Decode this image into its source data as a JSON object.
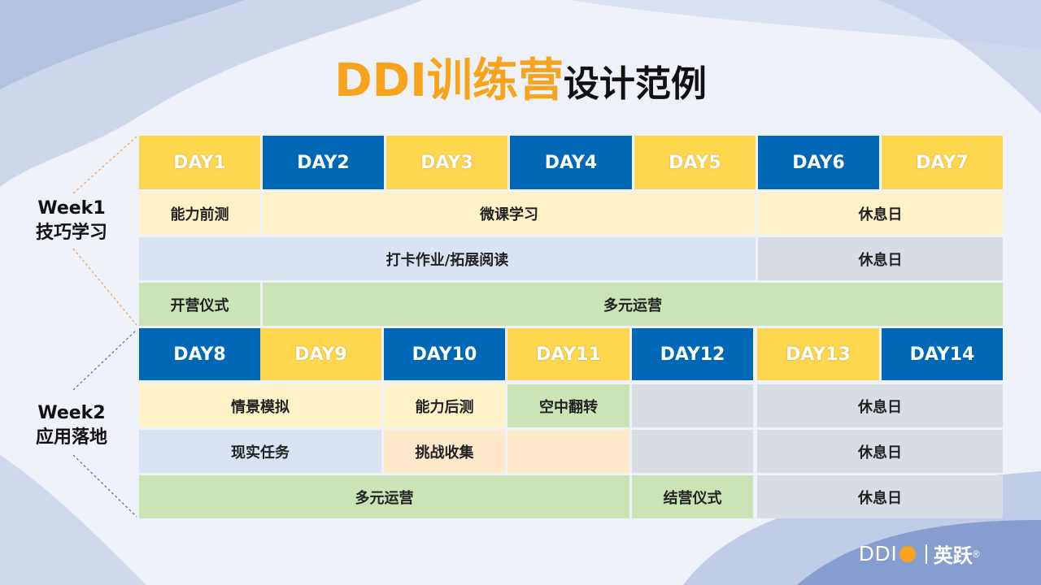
{
  "title": {
    "highlight": "DDI训练营",
    "rest": "设计范例"
  },
  "week1": {
    "line1": "Week1",
    "line2": "技巧学习"
  },
  "week2": {
    "line1": "Week2",
    "line2": "应用落地"
  },
  "week1_days": [
    "DAY1",
    "DAY2",
    "DAY3",
    "DAY4",
    "DAY5",
    "DAY6",
    "DAY7"
  ],
  "week2_days": [
    "DAY8",
    "DAY9",
    "DAY10",
    "DAY11",
    "DAY12",
    "DAY13",
    "DAY14"
  ],
  "w1": {
    "ability_pretest": "能力前测",
    "micro_course": "微课学习",
    "rest_day_1": "休息日",
    "checkin_reading": "打卡作业/拓展阅读",
    "rest_day_2": "休息日",
    "opening": "开营仪式",
    "operations": "多元运营"
  },
  "w2": {
    "scenario": "情景模拟",
    "ability_posttest": "能力后测",
    "flip": "空中翻转",
    "rest_day_1": "休息日",
    "real_task": "现实任务",
    "challenge": "挑战收集",
    "rest_day_2": "休息日",
    "operations": "多元运营",
    "closing": "结营仪式",
    "rest_day_3": "休息日"
  },
  "logo": {
    "ddi": "DDI",
    "cn": "英跃",
    "reg": "®"
  },
  "colors": {
    "accent_orange": "#f7a31b",
    "day_blue": "#0068b7",
    "day_yellow": "#ffd74f",
    "cream": "#fdf1c8",
    "light_blue": "#d9e3f2",
    "grey": "#d8dce5",
    "green": "#cce4b5"
  }
}
